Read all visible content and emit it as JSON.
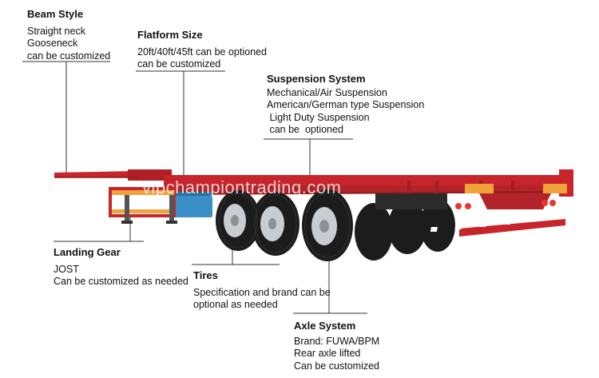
{
  "annotations": {
    "beam_style": {
      "title": "Beam Style",
      "lines": [
        "Straight neck",
        "Gooseneck",
        "can be customized"
      ]
    },
    "platform_size": {
      "title": "Flatform Size",
      "lines": [
        "20ft/40ft/45ft can be optioned",
        "can be customized"
      ]
    },
    "suspension_system": {
      "title": "Suspension System",
      "lines": [
        "Mechanical/Air Suspension",
        "American/German type Suspension",
        " Light Duty Suspension",
        " can be  optioned"
      ]
    },
    "landing_gear": {
      "title": "Landing Gear",
      "lines": [
        "JOST",
        "Can be customized as needed"
      ]
    },
    "tires": {
      "title": "Tires",
      "lines": [
        "Specification and brand can be",
        "optional as needed"
      ]
    },
    "axle_system": {
      "title": "Axle System",
      "lines": [
        "Brand: FUWA/BPM",
        "Rear axle lifted",
        "Can be customized"
      ]
    }
  },
  "watermark": "vipchampiontrading.com",
  "colors": {
    "frame_red": "#c8242b",
    "frame_dark_red": "#8e1a1f",
    "tank_blue": "#3b8fc7",
    "tire_black": "#1c1c1c",
    "rim_silver": "#c9ccd0",
    "amber": "#f2a23a",
    "line_color": "#333333"
  }
}
